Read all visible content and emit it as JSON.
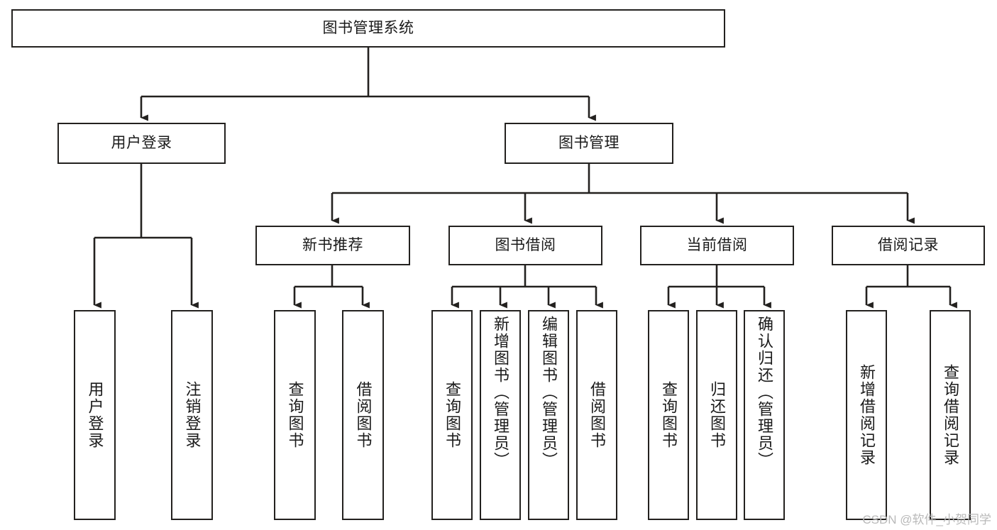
{
  "diagram": {
    "title": "图书管理系统",
    "type": "tree-hierarchy-chart",
    "watermark": "CSDN @软件_小贺同学",
    "colors": {
      "stroke": "#23211f",
      "fill": "#ffffff",
      "text": "#1a1a1a",
      "watermark": "#b9b9b9"
    }
  },
  "nodes": {
    "root": {
      "label": "图书管理系统"
    },
    "level2": [
      {
        "id": "user-login",
        "label": "用户登录"
      },
      {
        "id": "book-manage",
        "label": "图书管理"
      }
    ],
    "level3": [
      {
        "id": "new-book-recommend",
        "label": "新书推荐"
      },
      {
        "id": "book-borrow",
        "label": "图书借阅"
      },
      {
        "id": "current-borrow",
        "label": "当前借阅"
      },
      {
        "id": "borrow-record",
        "label": "借阅记录"
      }
    ],
    "leaves": {
      "user-login": [
        {
          "id": "leaf-user-login",
          "label": "用户登录"
        },
        {
          "id": "leaf-logout",
          "label": "注销登录"
        }
      ],
      "new-book-recommend": [
        {
          "id": "leaf-query-book-1",
          "label": "查询图书"
        },
        {
          "id": "leaf-borrow-book-1",
          "label": "借阅图书"
        }
      ],
      "book-borrow": [
        {
          "id": "leaf-query-book-2",
          "label": "查询图书"
        },
        {
          "id": "leaf-add-book",
          "label": "新增图书（管理员）"
        },
        {
          "id": "leaf-edit-book",
          "label": "编辑图书（管理员）"
        },
        {
          "id": "leaf-borrow-book-2",
          "label": "借阅图书"
        }
      ],
      "current-borrow": [
        {
          "id": "leaf-query-book-3",
          "label": "查询图书"
        },
        {
          "id": "leaf-return-book",
          "label": "归还图书"
        },
        {
          "id": "leaf-confirm-return",
          "label": "确认归还（管理员）"
        }
      ],
      "borrow-record": [
        {
          "id": "leaf-add-record",
          "label": "新增借阅记录"
        },
        {
          "id": "leaf-query-record",
          "label": "查询借阅记录"
        }
      ]
    }
  }
}
